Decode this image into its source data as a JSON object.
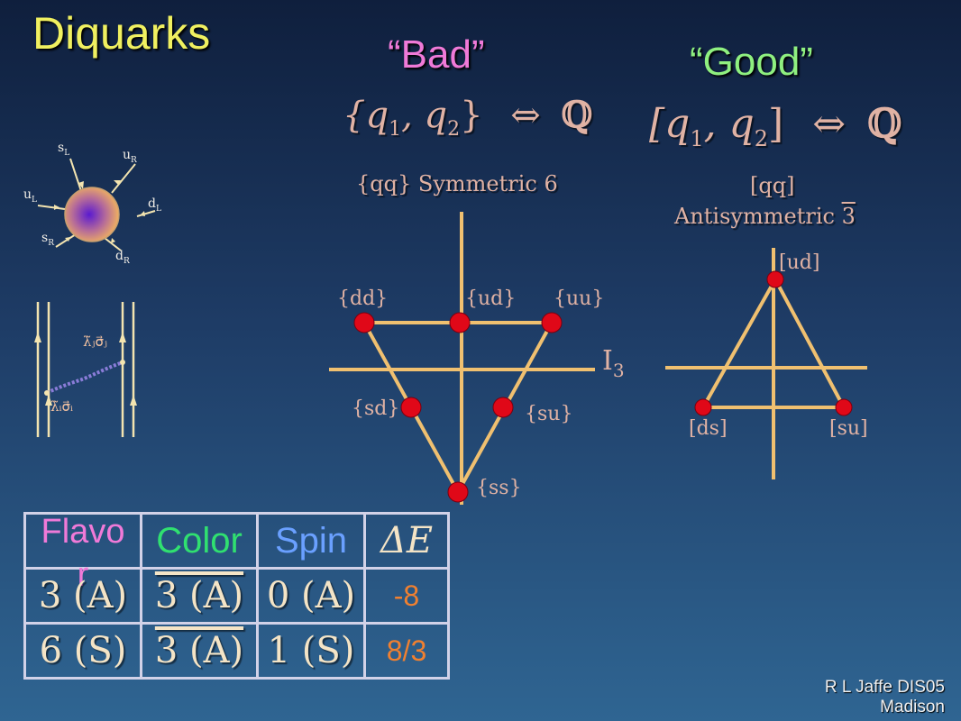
{
  "title": "Diquarks",
  "headers": {
    "bad": "“Bad”",
    "good": "“Good”"
  },
  "formulas": {
    "bad_left": "{q",
    "bad_mid": ", q",
    "bad_right": "}",
    "bad_sub1": "1",
    "bad_sub2": "2",
    "arrow": "⇔",
    "Q": "ℚ",
    "good_left": "[q",
    "good_mid": ", q",
    "good_right": "]",
    "good_sub1": "1",
    "good_sub2": "2"
  },
  "bad_multiplet": {
    "caption": "{qq}  Symmetric 6",
    "axis_label": "I",
    "axis_sub": "3",
    "states": [
      "{dd}",
      "{ud}",
      "{uu}",
      "{sd}",
      "{su}",
      "{ss}"
    ]
  },
  "good_multiplet": {
    "caption1": "[qq]",
    "caption2": "Antisymmetric ",
    "caption_rep": "3",
    "states": [
      "[ud]",
      "[ds]",
      "[su]"
    ]
  },
  "quark_star": {
    "labels": [
      "s",
      "u",
      "u",
      "d",
      "s",
      "d"
    ],
    "subs": [
      "L",
      "R",
      "L",
      "L",
      "R",
      "R"
    ]
  },
  "gluon_graph": {
    "top_label": "λ̃ⱼσ⃗ⱼ",
    "bottom_label": "λ̃ᵢσ⃗ᵢ"
  },
  "table": {
    "headers": [
      "Flavor",
      "Color",
      "Spin",
      "ΔE"
    ],
    "rows": [
      {
        "flavor": "3 (A)",
        "color": "3 (A)",
        "spin": "0 (A)",
        "delta_e": "-8"
      },
      {
        "flavor": "6 (S)",
        "color": "3 (A)",
        "spin": "1 (S)",
        "delta_e": "8/3"
      }
    ]
  },
  "footer": {
    "line1": "R L Jaffe  DIS05",
    "line2": "Madison"
  },
  "colors": {
    "title": "#f0f060",
    "bad": "#f07ad8",
    "good": "#8ff080",
    "color_header": "#30e070",
    "spin_header": "#6aa0ff",
    "delta_e_values": "#f08030",
    "state_dot": "#e00818",
    "multiplet_line": "#f0c070"
  }
}
